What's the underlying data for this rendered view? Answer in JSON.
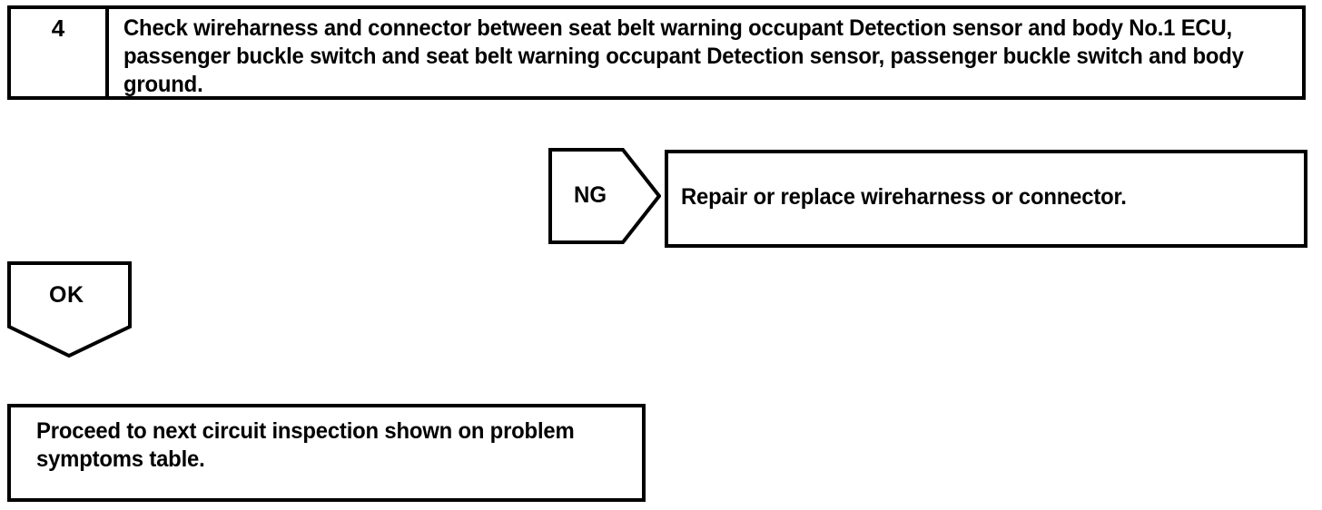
{
  "flowchart": {
    "step": {
      "number": "4",
      "description": "Check wireharness and connector between seat belt warning occupant Detection sensor and body No.1 ECU, passenger buckle switch and seat belt warning occupant Detection sensor, passenger buckle switch and body ground."
    },
    "branches": [
      {
        "label": "NG",
        "direction": "right",
        "result": "Repair or replace wireharness or connector."
      },
      {
        "label": "OK",
        "direction": "down",
        "result": "Proceed to next circuit inspection shown on problem symptoms table."
      }
    ],
    "colors": {
      "line": "#000000",
      "fill": "#ffffff",
      "text": "#000000"
    }
  }
}
